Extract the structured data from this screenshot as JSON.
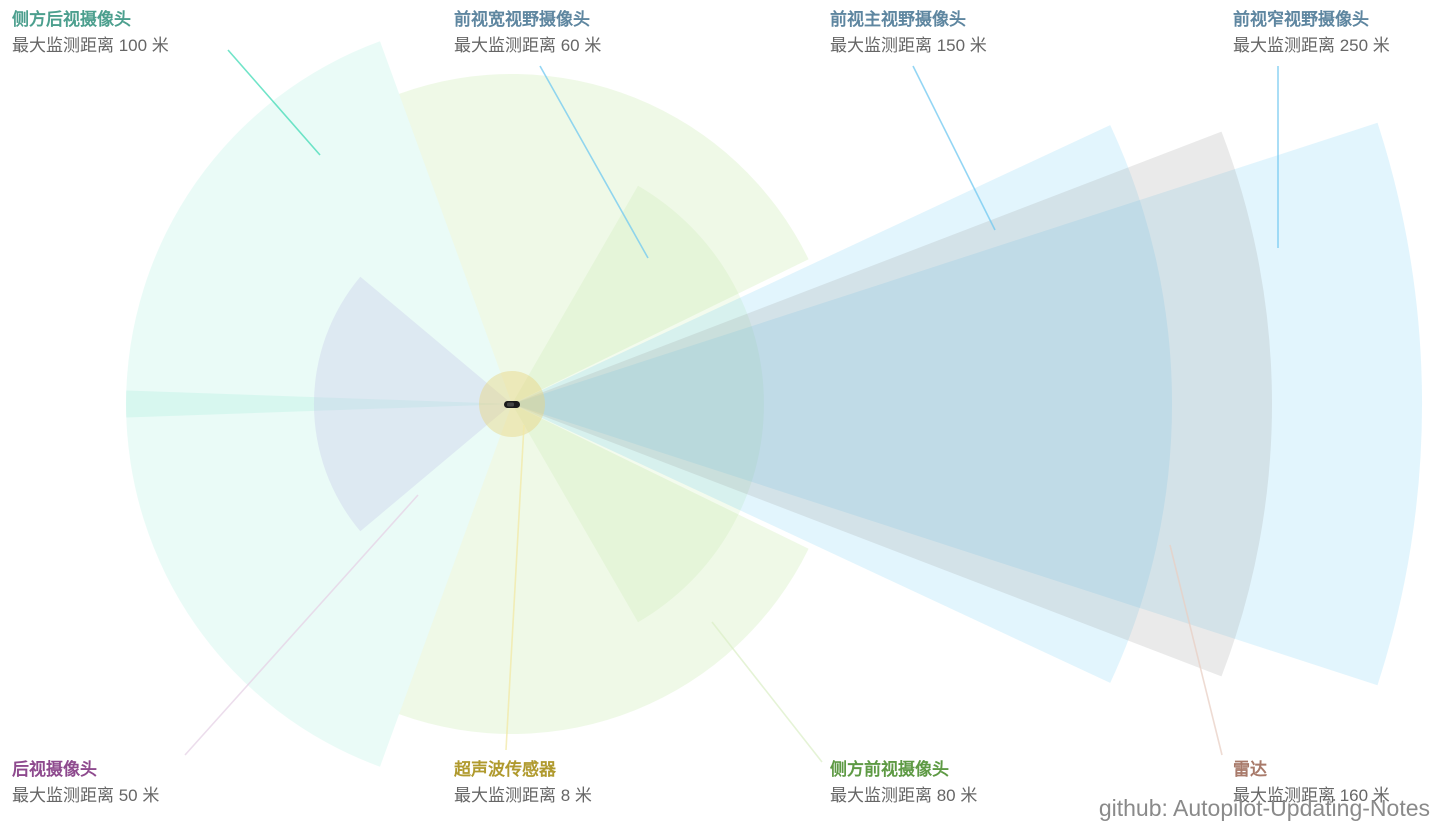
{
  "sensors": [
    {
      "id": "side-rear-camera",
      "name": "侧方后视摄像头",
      "range": "最大监测距离 100 米",
      "distance_m": 100,
      "fill": "#40DBB5",
      "opacity": 0.11,
      "label_color": "#4C9F8E",
      "leader_color": "#40DBB5"
    },
    {
      "id": "front-wide-camera",
      "name": "前视宽视野摄像头",
      "range": "最大监测距离 60 米",
      "distance_m": 60,
      "fill": "#A0DE70",
      "opacity": 0.17,
      "label_color": "#5E86A0",
      "leader_color": "#70C8F0"
    },
    {
      "id": "front-main-camera",
      "name": "前视主视野摄像头",
      "range": "最大监测距离 150 米",
      "distance_m": 150,
      "fill": "#3CBDF0",
      "opacity": 0.15,
      "label_color": "#5E86A0",
      "leader_color": "#70C8F0"
    },
    {
      "id": "front-narrow-camera",
      "name": "前视窄视野摄像头",
      "range": "最大监测距离 250 米",
      "distance_m": 250,
      "fill": "#3CBDF0",
      "opacity": 0.15,
      "label_color": "#5E86A0",
      "leader_color": "#70C8F0"
    },
    {
      "id": "rear-camera",
      "name": "后视摄像头",
      "range": "最大监测距离 50 米",
      "distance_m": 50,
      "fill": "#C0C0E8",
      "opacity": 0.3,
      "label_color": "#8E4A8E",
      "leader_color": "#E6D2E6"
    },
    {
      "id": "ultrasonic-sensor",
      "name": "超声波传感器",
      "range": "最大监测距离 8 米",
      "distance_m": 8,
      "fill": "#E8D580",
      "opacity": 0.45,
      "label_color": "#B09A2E",
      "leader_color": "#F2E8A6"
    },
    {
      "id": "side-front-camera",
      "name": "侧方前视摄像头",
      "range": "最大监测距离 80 米",
      "distance_m": 80,
      "fill": "#A0DE70",
      "opacity": 0.12,
      "label_color": "#5E9A44",
      "leader_color": "#DCEFC8"
    },
    {
      "id": "radar",
      "name": "雷达",
      "range": "最大监测距离 160 米",
      "distance_m": 160,
      "fill": "#A0A0A0",
      "opacity": 0.22,
      "label_color": "#A87A6A",
      "leader_color": "#E8CFC4"
    }
  ],
  "watermark": "github: Autopilot-Updating-Notes"
}
